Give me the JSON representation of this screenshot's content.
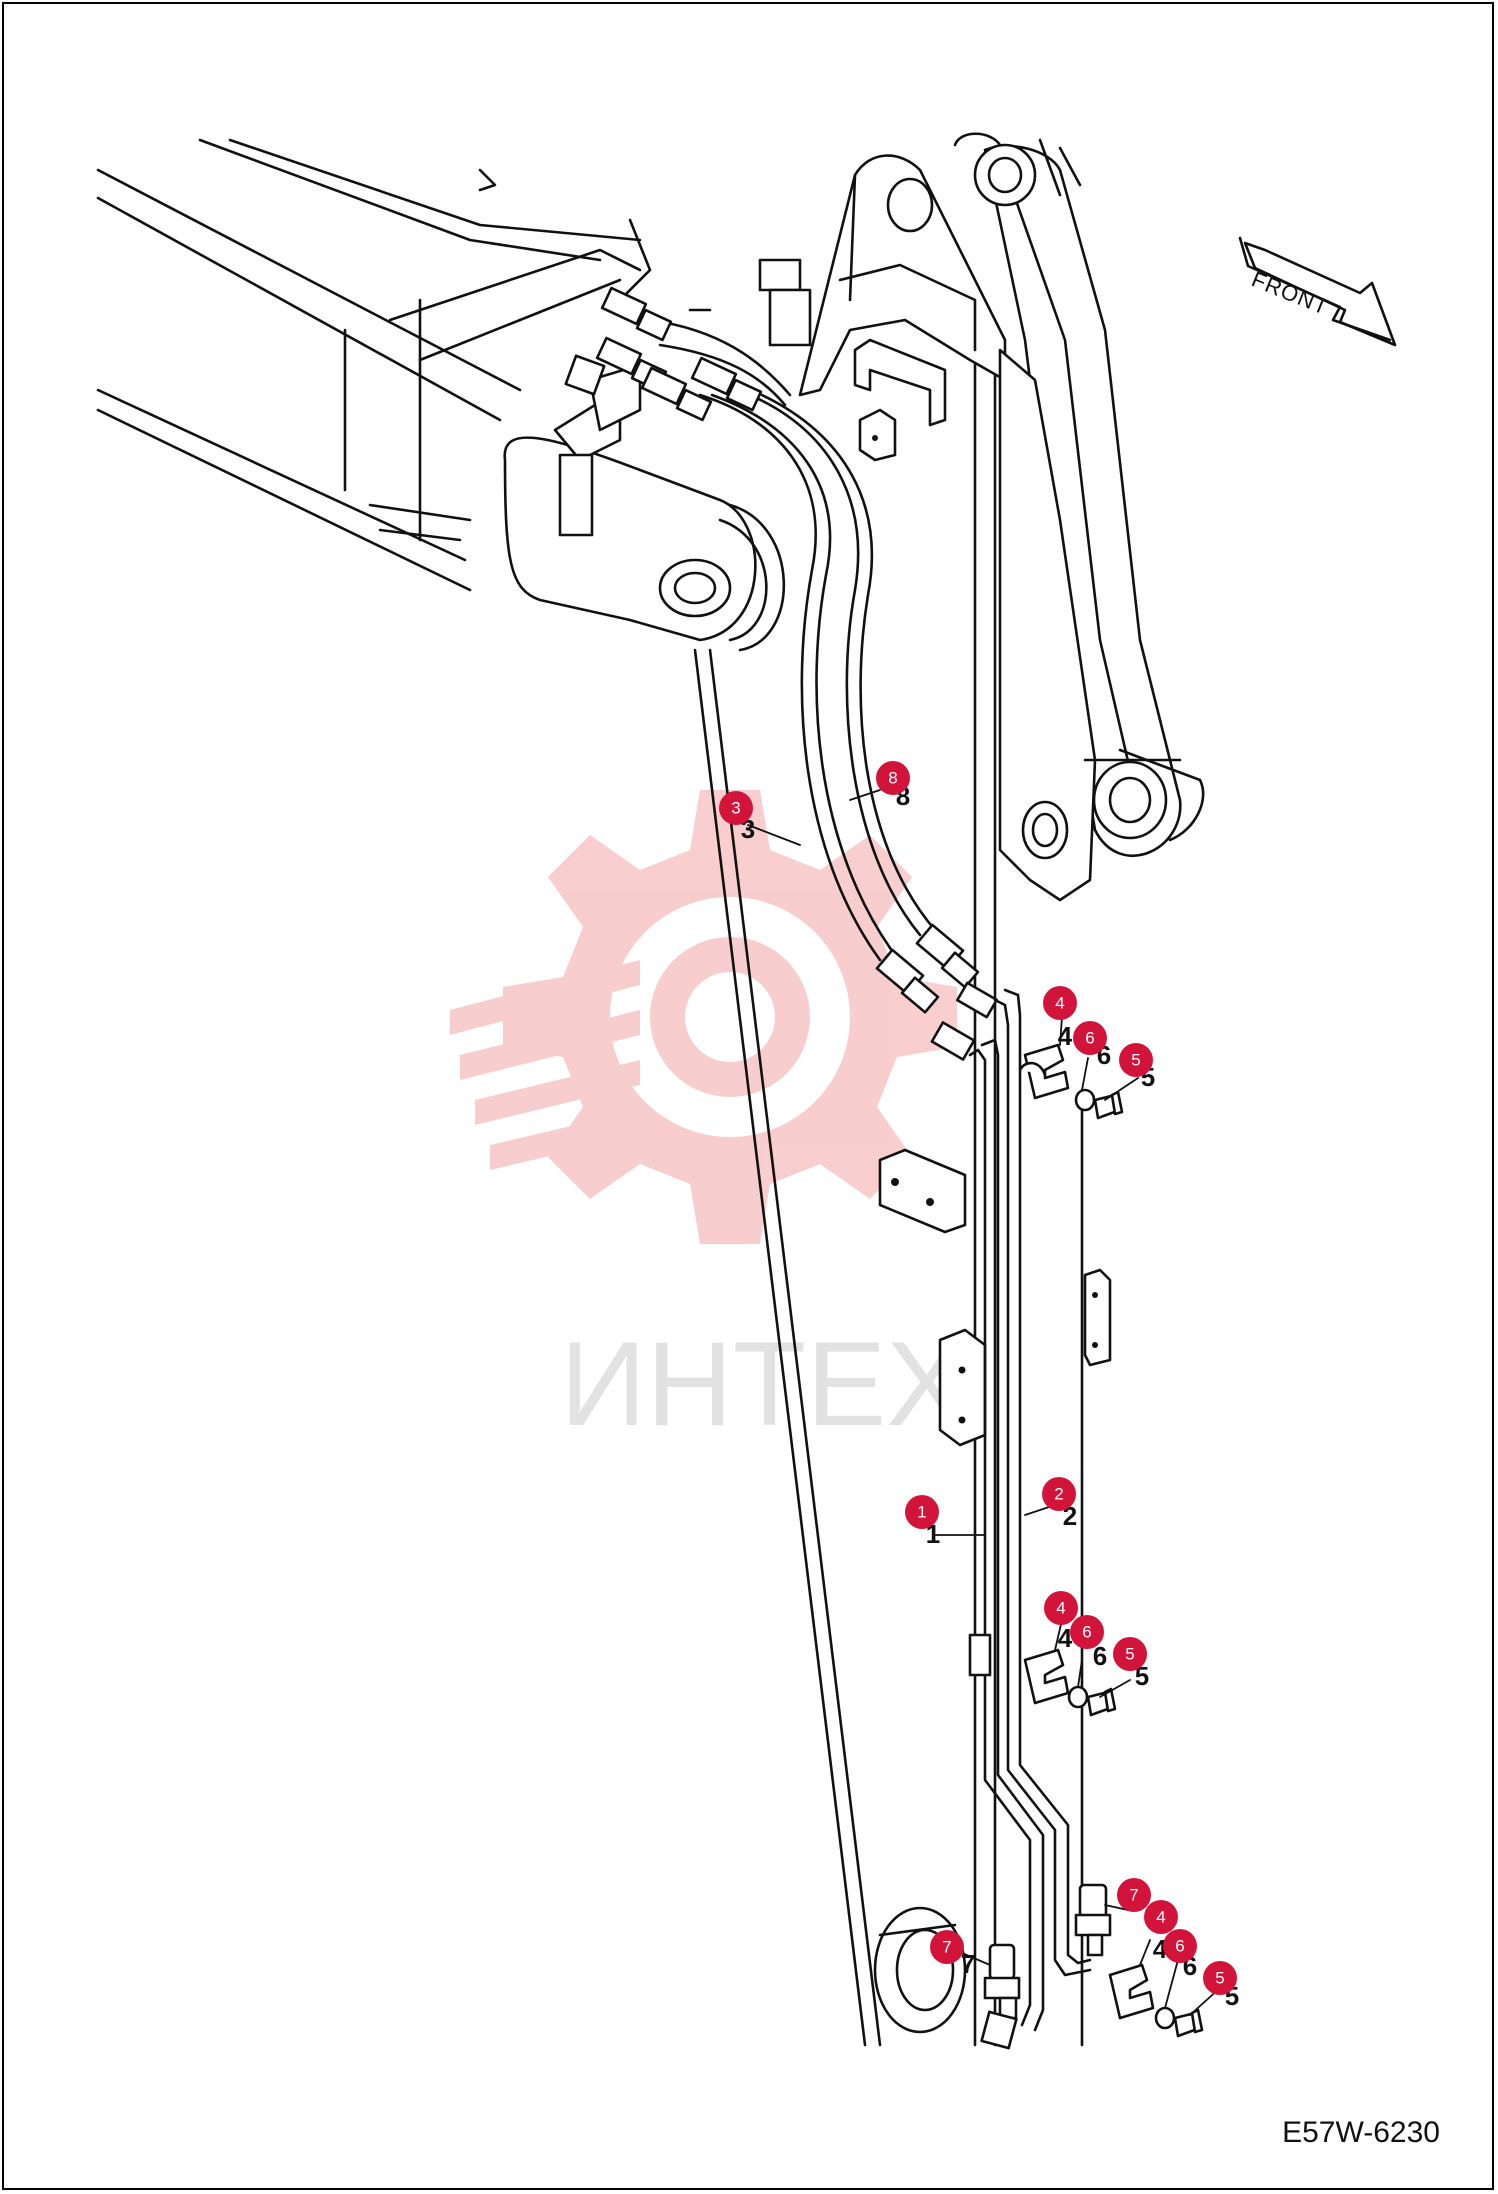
{
  "drawing": {
    "code": "E57W-6230",
    "direction_label": "FRONT",
    "watermark_text": "ИНТЕХ"
  },
  "callouts": [
    {
      "id": "c3",
      "label": "3"
    },
    {
      "id": "c8",
      "label": "8"
    },
    {
      "id": "c4a",
      "label": "4"
    },
    {
      "id": "c6a",
      "label": "6"
    },
    {
      "id": "c5a",
      "label": "5"
    },
    {
      "id": "c1",
      "label": "1"
    },
    {
      "id": "c2",
      "label": "2"
    },
    {
      "id": "c4b",
      "label": "4"
    },
    {
      "id": "c6b",
      "label": "6"
    },
    {
      "id": "c5b",
      "label": "5"
    },
    {
      "id": "c7a",
      "label": "7"
    },
    {
      "id": "c7b",
      "label": "7"
    },
    {
      "id": "c4c",
      "label": "4"
    },
    {
      "id": "c6c",
      "label": "6"
    },
    {
      "id": "c5c",
      "label": "5"
    }
  ],
  "part_numbers": {
    "p3": "3",
    "p8": "8",
    "p4a": "4",
    "p6a": "6",
    "p5a": "5",
    "p1": "1",
    "p2": "2",
    "p4b": "4",
    "p6b": "6",
    "p5b": "5",
    "p7a": "7",
    "p4c": "4",
    "p6c": "6",
    "p5c": "5"
  },
  "colors": {
    "callout": "#d2143a",
    "watermark": "#f4a6a6",
    "line": "#111111"
  }
}
